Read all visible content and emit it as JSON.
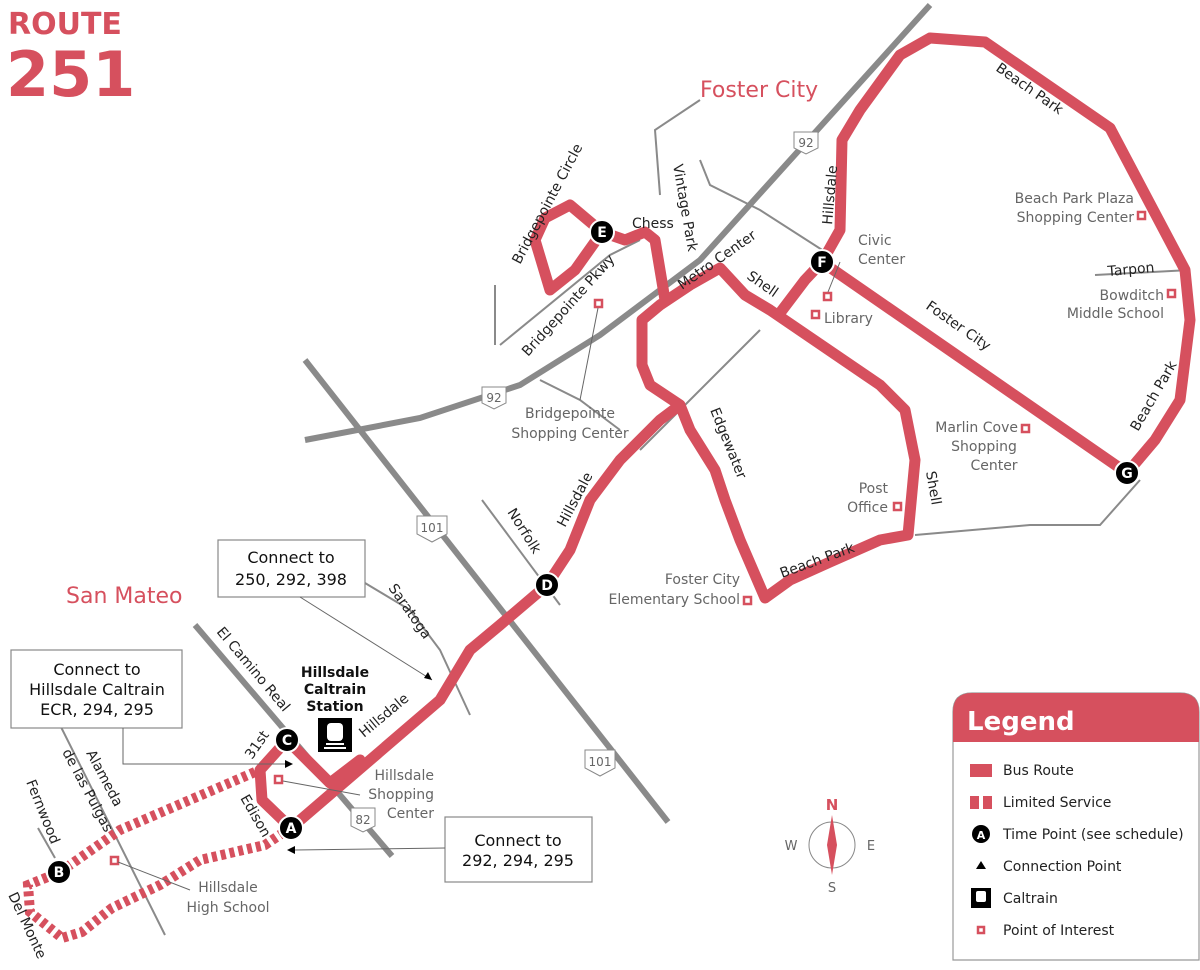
{
  "title": {
    "route_word": "ROUTE",
    "route_number": "251"
  },
  "cities": {
    "foster_city": "Foster City",
    "san_mateo": "San Mateo"
  },
  "colors": {
    "route": "#d6505e",
    "road": "#8a8a8a"
  },
  "highways": {
    "hwy92_top": "92",
    "hwy92_bottom": "92",
    "hwy101_top": "101",
    "hwy101_bottom": "101",
    "hwy82": "82"
  },
  "streets": {
    "beach_park_top": "Beach Park",
    "bridgepointe_circle": "Bridgepointe Circle",
    "chess": "Chess",
    "vintage_park": "Vintage Park",
    "hillsdale_fc": "Hillsdale",
    "metro_center": "Metro Center",
    "shell_top": "Shell",
    "bridgepointe_pkwy": "Bridgepointe Pkwy",
    "tarpon": "Tarpon",
    "foster_city_blvd": "Foster City",
    "beach_park_right": "Beach Park",
    "edgewater": "Edgewater",
    "shell_right": "Shell",
    "beach_park_bottom": "Beach Park",
    "hillsdale_mid": "Hillsdale",
    "norfolk": "Norfolk",
    "saratoga": "Saratoga",
    "el_camino_real": "El Camino Real",
    "hillsdale_low": "Hillsdale",
    "st31": "31st",
    "edison": "Edison",
    "alameda": "Alameda",
    "de_las_pulgas": "de las Pulgas",
    "fernwood": "Fernwood",
    "del_monte": "Del Monte"
  },
  "poi": {
    "beach_park_plaza": [
      "Beach Park Plaza",
      "Shopping Center"
    ],
    "civic_center": [
      "Civic",
      "Center"
    ],
    "library": "Library",
    "bowditch": [
      "Bowditch",
      "Middle School"
    ],
    "bridgepointe_sc": [
      "Bridgepointe",
      "Shopping Center"
    ],
    "marlin_cove": [
      "Marlin Cove",
      "Shopping",
      "Center"
    ],
    "post_office": [
      "Post",
      "Office"
    ],
    "foster_city_elem": [
      "Foster City",
      "Elementary School"
    ],
    "hillsdale_sc": [
      "Hillsdale",
      "Shopping",
      "Center"
    ],
    "hillsdale_hs": [
      "Hillsdale",
      "High School"
    ],
    "caltrain_station": [
      "Hillsdale",
      "Caltrain",
      "Station"
    ]
  },
  "timepoints": {
    "A": "A",
    "B": "B",
    "C": "C",
    "D": "D",
    "E": "E",
    "F": "F",
    "G": "G"
  },
  "connections": {
    "box1": [
      "Connect to",
      "250, 292, 398"
    ],
    "box2": [
      "Connect to",
      "Hillsdale Caltrain",
      "ECR, 294, 295"
    ],
    "box3": [
      "Connect to",
      "292, 294, 295"
    ]
  },
  "compass": {
    "n": "N",
    "s": "S",
    "e": "E",
    "w": "W"
  },
  "legend": {
    "title": "Legend",
    "items": [
      "Bus Route",
      "Limited Service",
      "Time Point (see schedule)",
      "Connection Point",
      "Caltrain",
      "Point of Interest"
    ],
    "timepoint_letter": "A"
  }
}
